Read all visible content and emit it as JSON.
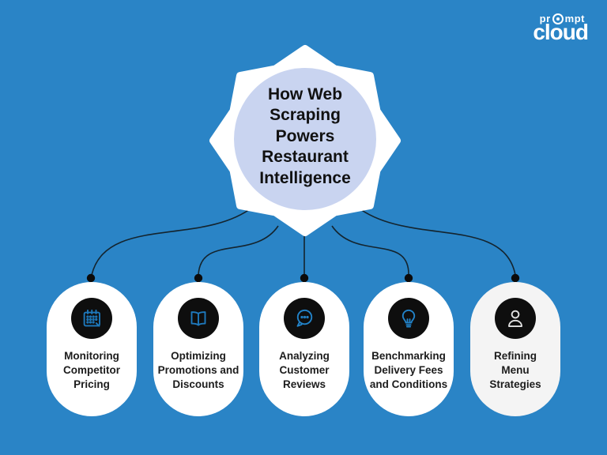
{
  "colors": {
    "background": "#2A84C6",
    "starburst": "#FFFFFF",
    "title_circle": "#C9D4F0",
    "card_background": "#FFFFFF",
    "card5_background": "#F4F4F4",
    "icon_circle": "#0E0E0E",
    "icon_blue": "#1E79BD",
    "icon_light": "#E2E2E2",
    "connector": "#14242E",
    "text": "#1C1C1C"
  },
  "logo": {
    "top_prefix": "pr",
    "top_suffix": "mpt",
    "bottom": "cloud",
    "target_icon": "target-o-icon"
  },
  "center_badge": {
    "title": "How Web Scraping Powers Restaurant Intelligence",
    "shape": "eight-point-starburst"
  },
  "cards": [
    {
      "label": "Monitoring Competitor Pricing",
      "icon": "calendar-icon",
      "icon_color": "#1E79BD"
    },
    {
      "label": "Optimizing Promotions and Discounts",
      "icon": "open-book-icon",
      "icon_color": "#1E79BD"
    },
    {
      "label": "Analyzing Customer Reviews",
      "icon": "chat-bubble-icon",
      "icon_color": "#2283C9"
    },
    {
      "label": "Benchmarking Delivery Fees and Conditions",
      "icon": "lightbulb-icon",
      "icon_color": "#2283C9"
    },
    {
      "label": "Refining Menu Strategies",
      "icon": "person-icon",
      "icon_color": "#E2E2E2"
    }
  ]
}
